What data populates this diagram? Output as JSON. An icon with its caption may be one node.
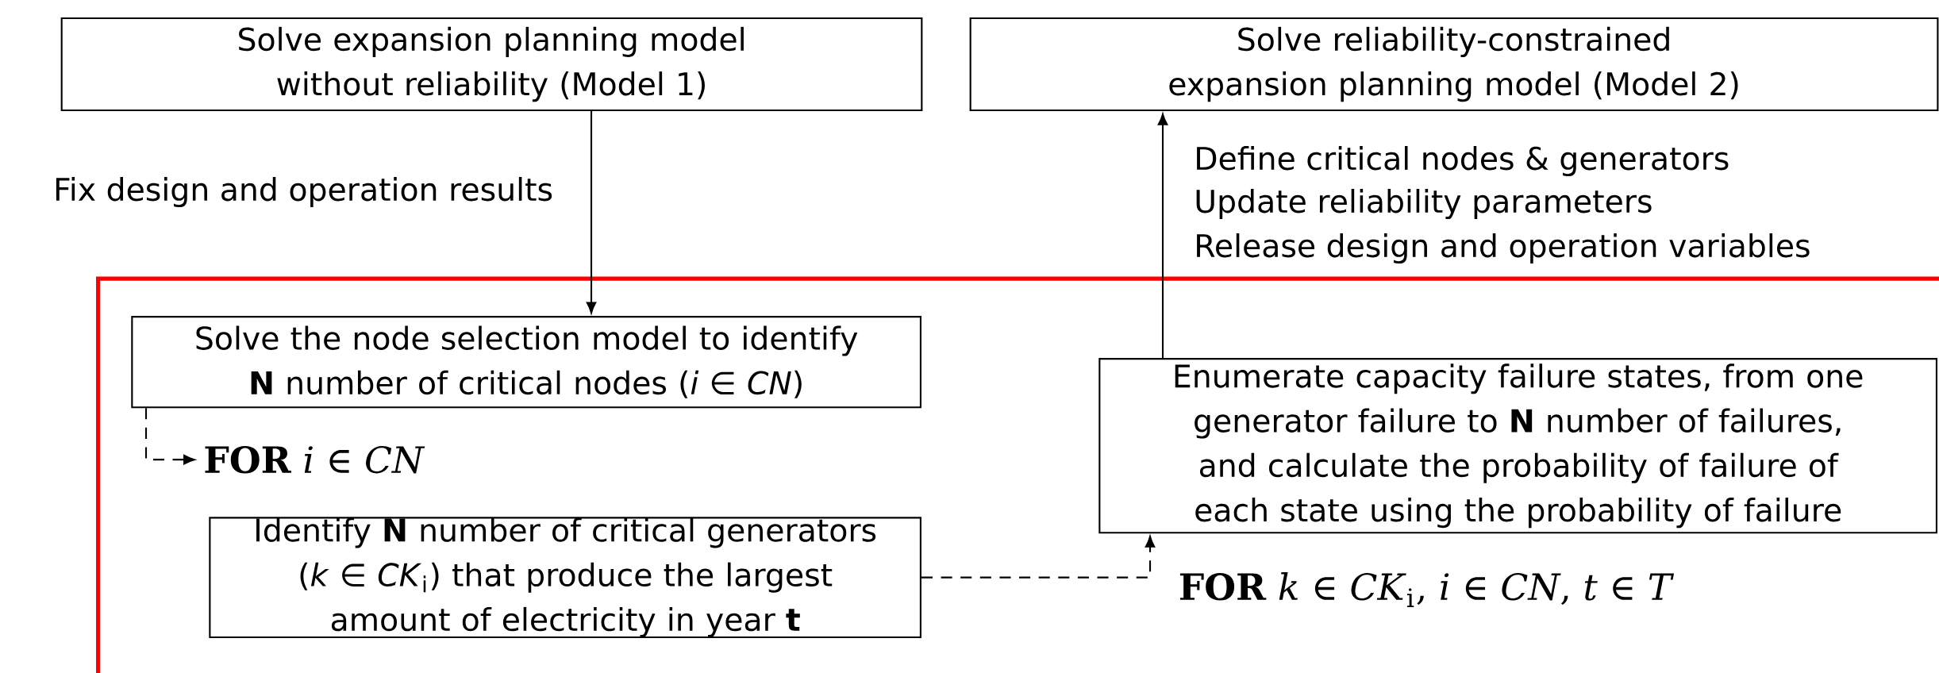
{
  "diagram": {
    "nodes": [
      {
        "text": [
          "Solve expansion planning model without reliability (Model 1)"
        ]
      },
      {
        "text": [
          "Solve reliability-constrained expansion planning model (Model 2)"
        ]
      },
      {
        "text": [],
        "shape": "box"
      },
      {
        "text": [
          "Solve the node selection model to identify **N** number of critical nodes (*i* ∈ *CN*)"
        ],
        "in": 2
      },
      {
        "text": [
          "**FOR** *i* ∈ *CN*"
        ],
        "in": 2
      },
      {
        "text": [
          "Identify **N** number of critical generators (*k* ∈ *CK*$_{i}$) that produce the largest amount of electricity in year **t**"
        ],
        "in": 2
      },
      {
        "text": [
          "Enumerate capacity failure states, from one generator failure to **N** number of failures, and calculate the probability of failure of each state using the probability of failure"
        ],
        "in": 2
      }
    ],
    "edges": [
      {
        "from": 0,
        "to": 3,
        "arrow": "to",
        "label": "Fix design and operation results"
      },
      {
        "from": 3,
        "to": 4,
        "arrow": "to",
        "style": "dashed"
      },
      {
        "from": 5,
        "to": 6,
        "arrow": "to",
        "style": "dashed",
        "label": "**FOR**  *k* ∈ *CK*$_{i}$,  *i* ∈ *CN*,  *t* ∈ *T*"
      },
      {
        "from": 6,
        "to": 1,
        "arrow": "to"
      }
    ],
    "labels": [
      "Define critical nodes & generators",
      "Update reliability parameters",
      "Release design and operation variables"
    ]
  }
}
